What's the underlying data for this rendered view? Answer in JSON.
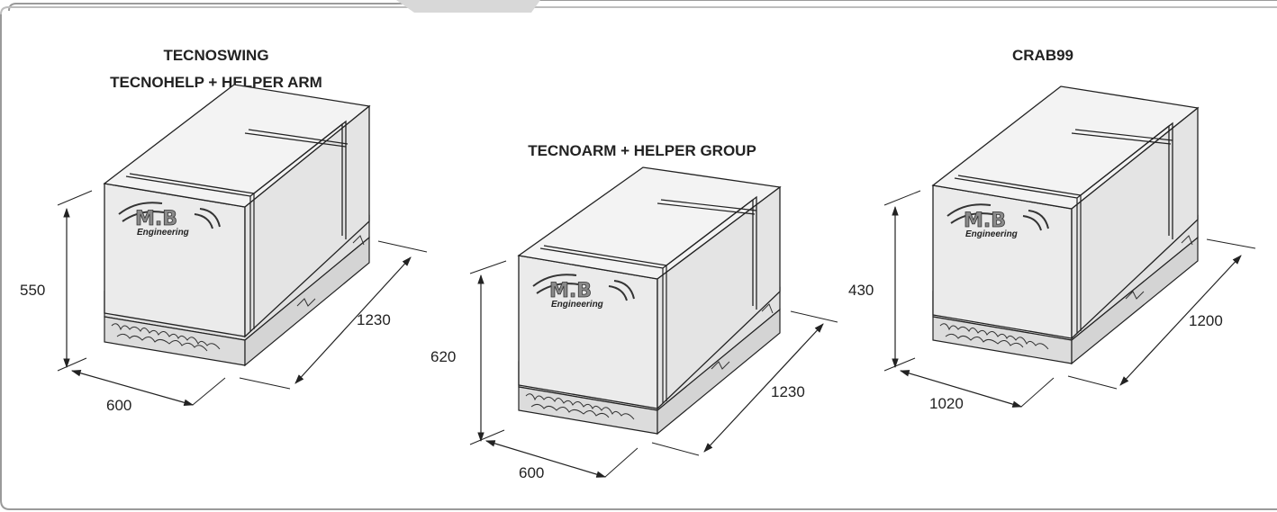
{
  "packages": [
    {
      "title_lines": [
        "TECNOSWING",
        "TECNOHELP + HELPER ARM"
      ],
      "height_label": "550",
      "width_label": "600",
      "length_label": "1230",
      "logo": {
        "main": "M.B",
        "sub": "Engineering"
      }
    },
    {
      "title_lines": [
        "TECNOARM + HELPER GROUP"
      ],
      "height_label": "620",
      "width_label": "600",
      "length_label": "1230",
      "logo": {
        "main": "M.B",
        "sub": "Engineering"
      }
    },
    {
      "title_lines": [
        "CRAB99"
      ],
      "height_label": "430",
      "width_label": "1020",
      "length_label": "1200",
      "logo": {
        "main": "M.B",
        "sub": "Engineering"
      }
    }
  ],
  "colors": {
    "box_front": "#e9e9e9",
    "box_top": "#f2f2f2",
    "box_side": "#e3e3e3",
    "pallet": "#e0e0e0",
    "line": "#222222",
    "frame": "#999999"
  }
}
